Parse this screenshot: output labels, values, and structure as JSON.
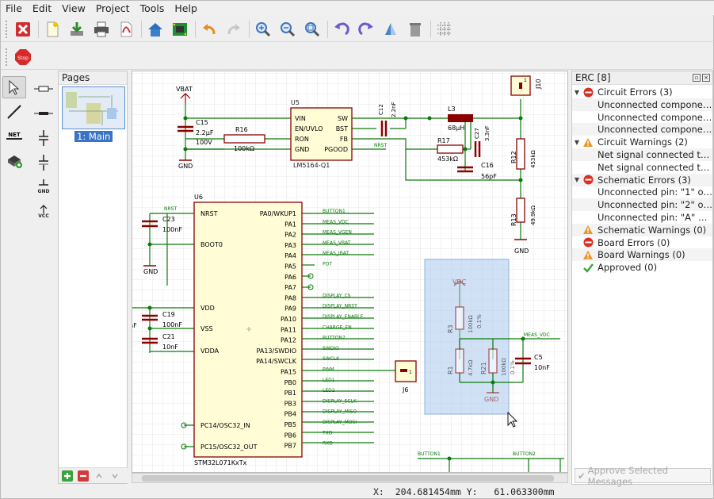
{
  "menu": [
    "File",
    "Edit",
    "View",
    "Project",
    "Tools",
    "Help"
  ],
  "toolbar2": {
    "stop_label": "Stop"
  },
  "pages_panel": {
    "title": "Pages",
    "page_label": "1: Main"
  },
  "erc": {
    "title": "ERC [8]",
    "rows": [
      {
        "type": "error",
        "label": "Circuit Errors (3)",
        "level": 0,
        "expanded": true
      },
      {
        "type": "none",
        "label": "Unconnected component...",
        "level": 1
      },
      {
        "type": "none",
        "label": "Unconnected component...",
        "level": 1
      },
      {
        "type": "none",
        "label": "Unconnected component...",
        "level": 1
      },
      {
        "type": "warning",
        "label": "Circuit Warnings (2)",
        "level": 0,
        "expanded": true
      },
      {
        "type": "none",
        "label": "Net signal connected to ...",
        "level": 1
      },
      {
        "type": "none",
        "label": "Net signal connected to ...",
        "level": 1
      },
      {
        "type": "error",
        "label": "Schematic Errors (3)",
        "level": 0,
        "expanded": true
      },
      {
        "type": "none",
        "label": "Unconnected pin: \"1\" of...",
        "level": 1
      },
      {
        "type": "none",
        "label": "Unconnected pin: \"2\" of...",
        "level": 1
      },
      {
        "type": "none",
        "label": "Unconnected pin: \"A\" of...",
        "level": 1
      },
      {
        "type": "warning",
        "label": "Schematic Warnings (0)",
        "level": 0
      },
      {
        "type": "error",
        "label": "Board Errors (0)",
        "level": 0
      },
      {
        "type": "warning",
        "label": "Board Warnings (0)",
        "level": 0
      },
      {
        "type": "ok",
        "label": "Approved (0)",
        "level": 0
      }
    ],
    "approve_button": "Approve Selected Messages"
  },
  "status": {
    "x_label": "X:",
    "x_value": "204.681454mm",
    "y_label": "Y:",
    "y_value": "61.063300mm"
  },
  "schematic": {
    "u5": {
      "ref": "U5",
      "value": "LM5164-Q1",
      "pins_left": [
        "VIN",
        "EN/UVLO",
        "RON",
        "GND"
      ],
      "pins_right": [
        "SW",
        "BST",
        "FB",
        "PGOOD"
      ]
    },
    "u6": {
      "ref": "U6",
      "value": "STM32L071KxTx",
      "pins_left": [
        "NRST",
        "BOOT0",
        "VDD",
        "VSS",
        "VDDA",
        "PC14/OSC32_IN",
        "PC15/OSC32_OUT"
      ],
      "pins_right": [
        "PA0/WKUP1",
        "PA1",
        "PA2",
        "PA3",
        "PA4",
        "PA5",
        "PA6",
        "PA7",
        "PA8",
        "PA9",
        "PA10",
        "PA11",
        "PA12",
        "PA13/SWDIO",
        "PA14/SWCLK",
        "PA15",
        "PB0",
        "PB1",
        "PB3",
        "PB4",
        "PB5",
        "PB6",
        "PB7"
      ],
      "nets_right": [
        "BUTTON1",
        "MEAS_VDC",
        "MEAS_VGEN",
        "MEAS_VBAT",
        "MEAS_IBAT",
        "POT",
        "",
        "",
        "DISPLAY_CS",
        "DISPLAY_NRST",
        "DISPLAY_ENABLE",
        "CHARGE_EN",
        "BUTTON2",
        "SWDIO",
        "SWCLK",
        "PWM",
        "LED1",
        "LED2",
        "DISPLAY_SCLK",
        "DISPLAY_MISO",
        "DISPLAY_MOSI",
        "TXD",
        "RXD"
      ]
    },
    "labels": {
      "vbat": "VBAT",
      "gnd": "GND",
      "vdc": "VDC",
      "nrst": "NRST",
      "c15": "C15",
      "c15_v1": "2.2µF",
      "c15_v2": "100V",
      "r16": "R16",
      "r16_v": "100kΩ",
      "c12": "C12",
      "c12_v": "2.2nF",
      "l3": "L3",
      "l3_v": "68µH",
      "r17": "R17",
      "r17_v": "453kΩ",
      "c27": "C27",
      "c27_v": "3.3nF",
      "c16": "C16",
      "c16_v": "56pF",
      "j10": "J10",
      "r12": "R12",
      "r12_v": "453kΩ",
      "r13": "R13",
      "r13_v": "49.9kΩ",
      "c23": "C23",
      "c23_v": "100nF",
      "c19": "C19",
      "c19_v": "100nF",
      "c21": "C21",
      "c21_v": "10nF",
      "j6": "J6",
      "r3": "R3",
      "r3_v": "100kΩ",
      "r3_t": "0.1%",
      "r1": "R1",
      "r1_v": "4.7kΩ",
      "r21": "R21",
      "r21_v": "100kΩ",
      "r21_t": "0.1%",
      "c5": "C5",
      "c5_v": "10nF",
      "meas_vdc": "MEAS_VDC",
      "button1": "BUTTON1",
      "button2": "BUTTON2",
      "nF": "nF",
      "pin1": "1"
    }
  },
  "symbols": {
    "gnd": "GND",
    "vcc": "VCC",
    "net": "NET"
  },
  "colors": {
    "wire": "#0a7a0a",
    "symbol": "#8b0000",
    "body": "#fffcd6",
    "selection": "#a9c8ee",
    "error": "#d93025",
    "warning": "#e8952a",
    "ok": "#3aa33a"
  }
}
